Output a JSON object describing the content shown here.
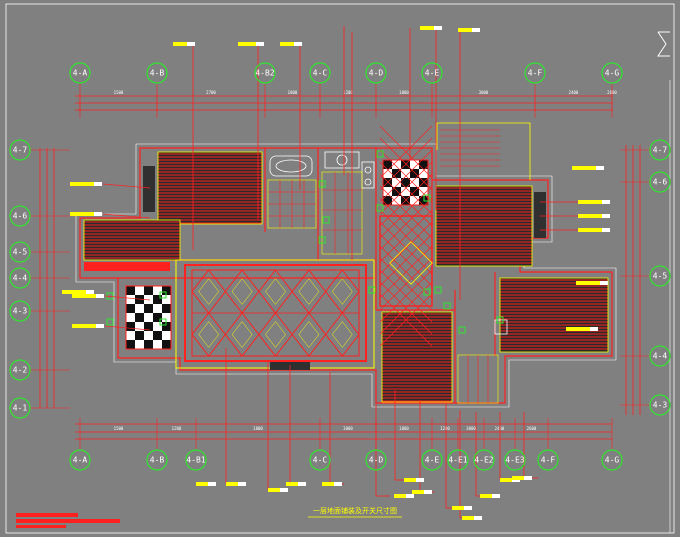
{
  "drawing": {
    "background": "#808080",
    "line_colors": {
      "red": "#ff2020",
      "yellow": "#ffff00",
      "green": "#2ee62e",
      "white": "#ffffff",
      "dark": "#303030"
    }
  },
  "grid_top": [
    "4-A",
    "4-B",
    "4-B2",
    "4-C",
    "4-D",
    "4-E",
    "4-F",
    "4-G"
  ],
  "grid_bottom": [
    "4-A",
    "4-B",
    "4-B1",
    "4-C",
    "4-D",
    "4-E",
    "4-E1",
    "4-E2",
    "4-E3",
    "4-F",
    "4-G"
  ],
  "grid_left": [
    "4-7",
    "4-6",
    "4-5",
    "4-4",
    "4-3",
    "4-2",
    "4-1"
  ],
  "grid_right": [
    "4-7",
    "4-6",
    "4-5",
    "4-4",
    "4-3"
  ],
  "dims_top": [
    "1500",
    "2700",
    "1800",
    "1200",
    "1800",
    "3000",
    "2400",
    "2600"
  ],
  "dims_bottom": [
    "1500",
    "1200",
    "1800",
    "3000",
    "1800",
    "1200",
    "3000",
    "2400",
    "2600"
  ],
  "drawing_title": "一层地面铺装及开关尺寸图"
}
